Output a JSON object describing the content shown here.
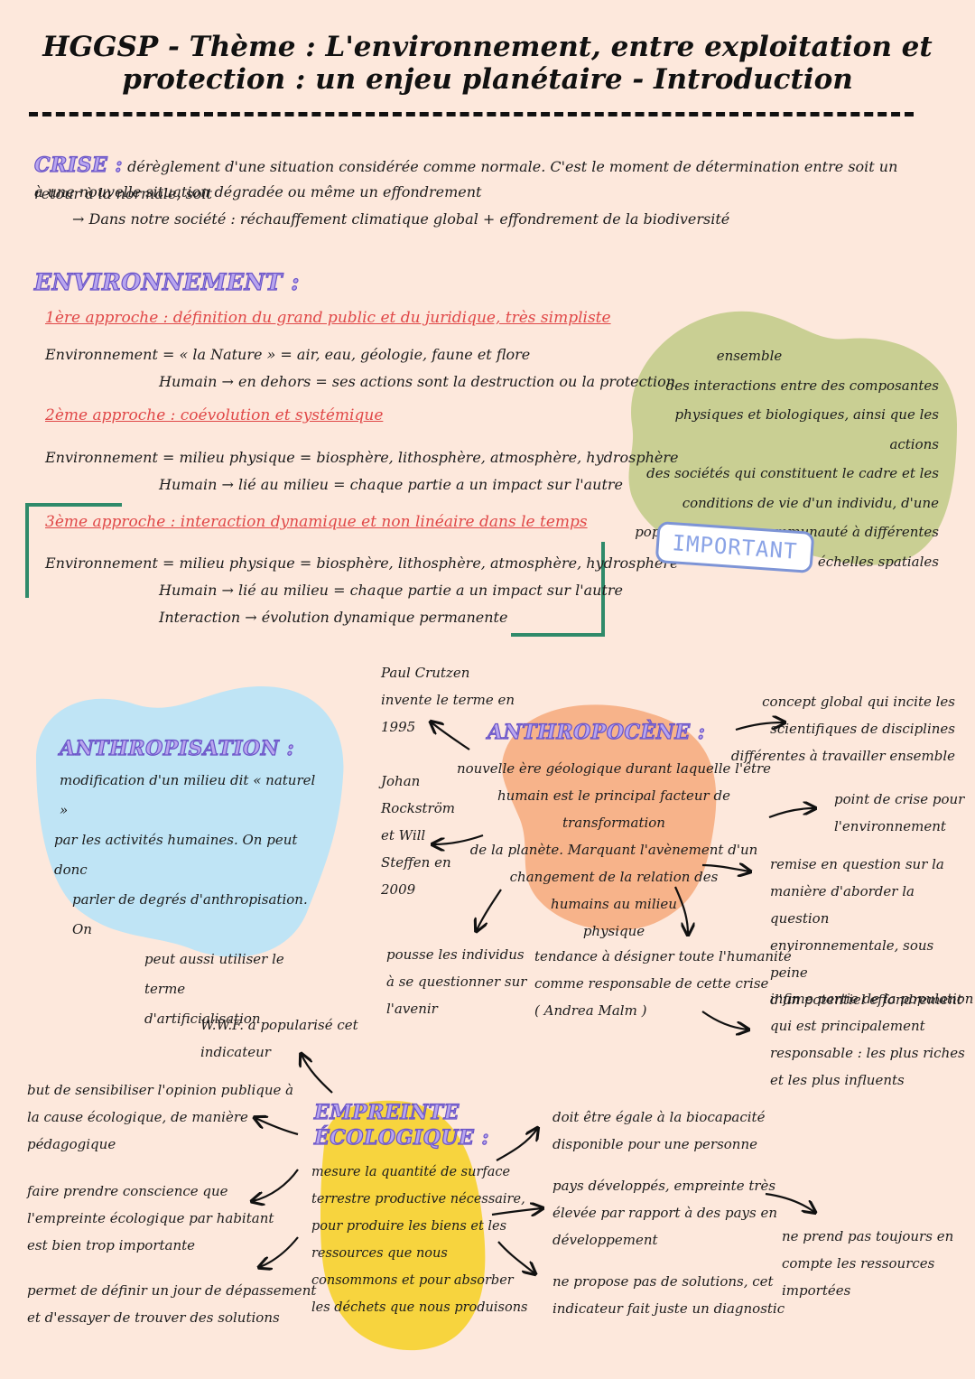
{
  "title": {
    "line1": "HGGSP - Thème : L'environnement, entre exploitation et",
    "line2": "protection : un enjeu planétaire - Introduction"
  },
  "crise": {
    "heading": "CRISE :",
    "def1": "dérèglement d'une situation considérée comme normale. C'est le moment de détermination entre soit un retour à la normale, soit",
    "def2": "à une nouvelle situation dégradée ou même un effondrement",
    "society": "→ Dans notre société : réchauffement climatique global + effondrement de la biodiversité"
  },
  "environnement": {
    "heading": "ENVIRONNEMENT :",
    "approach1": {
      "title": "1ère approche : définition du grand public et du juridique, très simpliste",
      "line1": "Environnement = « la Nature » = air, eau, géologie, faune et flore",
      "line2": "Humain → en dehors = ses actions sont la destruction ou la protection"
    },
    "approach2": {
      "title": "2ème approche : coévolution et systémique",
      "line1": "Environnement = milieu physique = biosphère, lithosphère, atmosphère, hydrosphère",
      "line2": "Humain → lié au milieu = chaque partie a un impact sur l'autre"
    },
    "approach3": {
      "title": "3ème approche : interaction dynamique et non linéaire dans le temps",
      "line1": "Environnement = milieu physique = biosphère, lithosphère, atmosphère, hydrosphère",
      "line2": "Humain → lié au milieu = chaque partie a un impact sur l'autre",
      "line3": "Interaction → évolution dynamique permanente"
    },
    "definition": [
      "ensemble",
      "des interactions entre des composantes",
      "physiques et biologiques, ainsi que les actions",
      "des sociétés qui constituent le cadre et les",
      "conditions de vie d'un individu, d'une",
      "population, d'une communauté à différentes",
      "échelles spatiales"
    ],
    "badge": "IMPORTANT"
  },
  "anthropisation": {
    "heading": "ANTHROPISATION :",
    "lines": [
      "modification d'un milieu dit « naturel »",
      "par les activités humaines. On peut donc",
      "parler de degrés d'anthropisation. On",
      "peut aussi utiliser le terme",
      "d'artificialisation"
    ]
  },
  "anthropocene": {
    "heading": "ANTHROPOCÈNE :",
    "lines": [
      "nouvelle ère géologique durant laquelle l'être",
      "humain est le principal facteur de transformation",
      "de la planète. Marquant l'avènement d'un",
      "changement de la relation des",
      "humains au milieu",
      "physique"
    ],
    "crutzen": [
      "Paul Crutzen",
      "invente le terme en",
      "1995"
    ],
    "rockstrom": [
      "Johan",
      "Rockström",
      "et Will",
      "Steffen en",
      "2009"
    ],
    "concept": [
      "concept global qui incite les",
      "scientifiques de disciplines",
      "différentes à travailler ensemble"
    ],
    "crise_point": [
      "point de crise pour",
      "l'environnement"
    ],
    "remise": [
      "remise en question sur la",
      "manière d'aborder la question",
      "environnementale, sous peine",
      "d'un potentiel effondrement"
    ],
    "pousse": [
      "pousse les individus",
      "à se questionner sur",
      "l'avenir"
    ],
    "tendance": [
      "tendance à désigner toute l'humanité",
      "comme responsable de cette crise",
      "( Andrea Malm )"
    ],
    "infime": [
      "infime partie de la population",
      "qui est principalement",
      "responsable : les plus riches",
      "et les plus influents"
    ]
  },
  "empreinte": {
    "heading1": "EMPREINTE",
    "heading2": "ÉCOLOGIQUE :",
    "lines": [
      "mesure la quantité de surface",
      "terrestre productive nécessaire,",
      "pour produire les biens et les",
      "ressources que nous",
      "consommons et pour absorber",
      "les déchets que nous produisons"
    ],
    "wwf": [
      "W.W.F. a popularisé cet",
      "indicateur"
    ],
    "but": [
      "but de sensibiliser l'opinion publique à",
      "la cause écologique, de manière",
      "pédagogique"
    ],
    "conscience": [
      "faire prendre conscience que",
      "l'empreinte écologique par habitant",
      "est bien trop importante"
    ],
    "depassement": [
      "permet de définir un jour de dépassement",
      "et d'essayer de trouver des solutions"
    ],
    "biocapacite": [
      "doit être égale à la biocapacité",
      "disponible pour une personne"
    ],
    "pays": [
      "pays développés, empreinte très",
      "élevée par rapport à des pays en",
      "développement"
    ],
    "solutions": [
      "ne propose pas de solutions, cet",
      "indicateur fait juste un diagnostic"
    ],
    "importees": [
      "ne prend pas toujours en",
      "compte les ressources",
      "importées"
    ]
  },
  "colors": {
    "background": "#fde8dc",
    "heading_fill": "#b9a6ee",
    "heading_stroke": "#6a54c8",
    "approach_red": "#e04848",
    "green_blob": "#c9cf93",
    "blue_blob": "#bfe4f5",
    "orange_blob": "#f7b38a",
    "yellow_blob": "#f7d43e",
    "bracket_green": "#2f8a6a"
  }
}
